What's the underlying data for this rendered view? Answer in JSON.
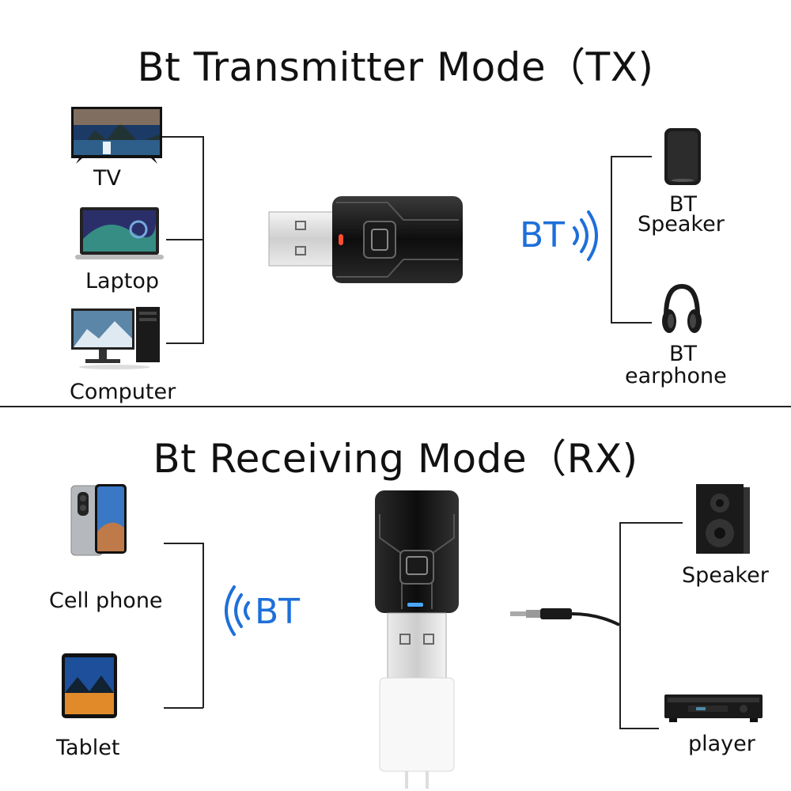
{
  "tx": {
    "title": "Bt Transmitter Mode（TX)",
    "sources": {
      "tv": "TV",
      "laptop": "Laptop",
      "computer": "Computer"
    },
    "bt_label": "BT",
    "targets": {
      "speaker_line1": "BT",
      "speaker_line2": "Speaker",
      "earphone_line1": "BT",
      "earphone_line2": "earphone"
    }
  },
  "rx": {
    "title": "Bt Receiving Mode（RX)",
    "sources": {
      "phone": "Cell phone",
      "tablet": "Tablet"
    },
    "bt_label": "BT",
    "targets": {
      "speaker": "Speaker",
      "player": "player"
    }
  },
  "colors": {
    "bt_blue": "#1e6fd9",
    "led_red": "#ff4d2e",
    "led_blue": "#4aa8ff"
  }
}
